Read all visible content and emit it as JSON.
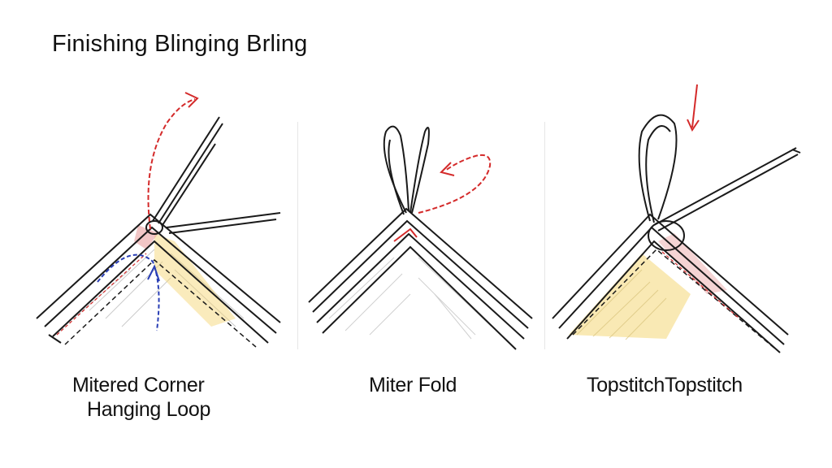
{
  "title": "Finishing Blinging Brling",
  "panels": [
    {
      "label_line1": "Mitered Corner",
      "label_line2": "Hanging Loop"
    },
    {
      "label_line1": "Miter Fold"
    },
    {
      "label_line1": "TopstitchTopstitch"
    }
  ],
  "colors": {
    "ink": "#1a1a1a",
    "arrow_red": "#d42a2a",
    "arrow_blue": "#2a3fb5",
    "fill_yellow": "#f3d36a",
    "fill_pink": "#e9a0a0"
  }
}
